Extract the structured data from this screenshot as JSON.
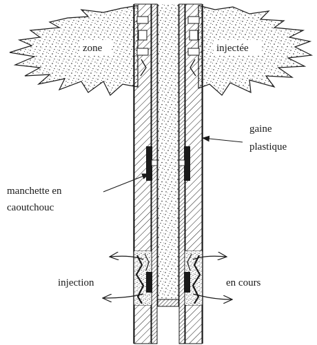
{
  "labels": {
    "zone": "zone",
    "injected": "injectée",
    "sheath_line1": "gaine",
    "sheath_line2": "plastique",
    "sleeve_line1": "manchette en",
    "sleeve_line2": "caoutchouc",
    "injection": "injection",
    "in_progress": "en cours"
  },
  "colors": {
    "ink": "#1a1a1a",
    "background": "#ffffff"
  }
}
